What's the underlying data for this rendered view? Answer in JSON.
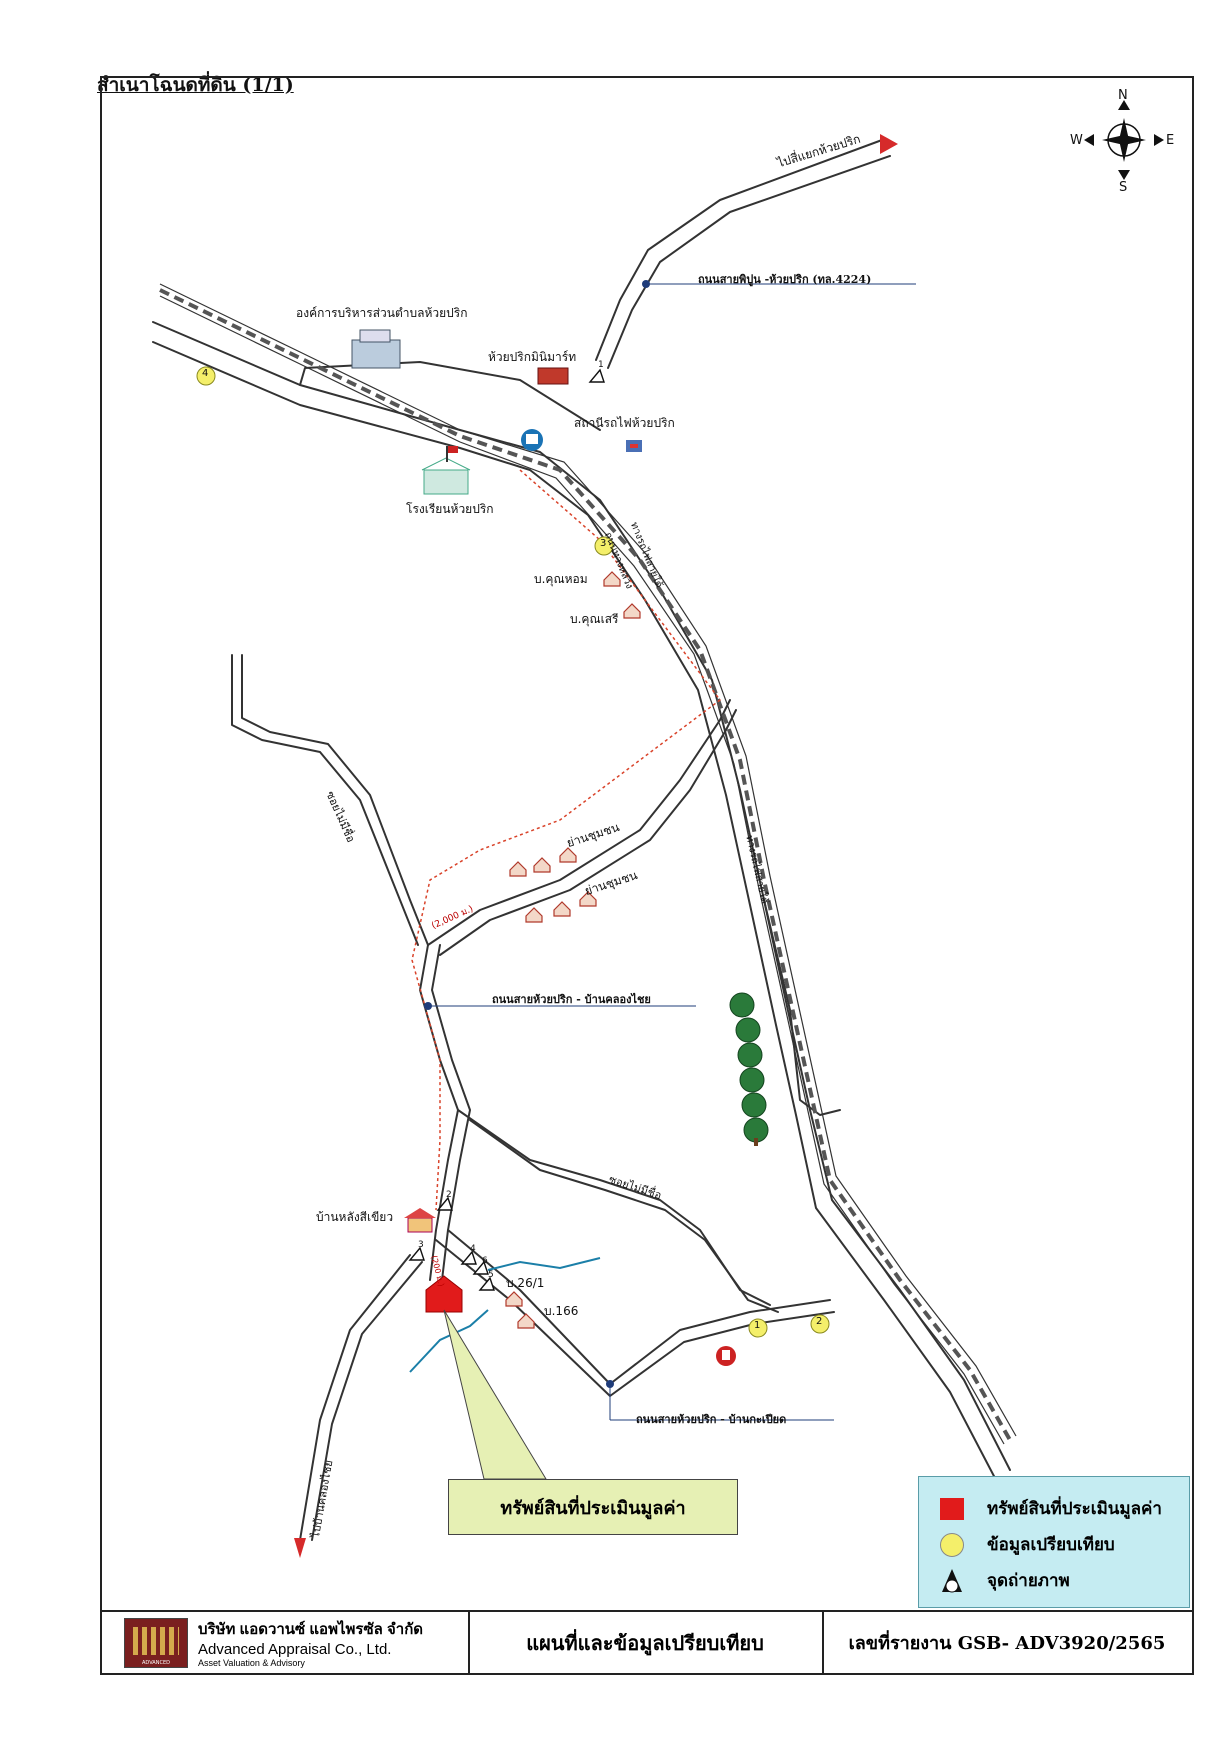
{
  "header": "สำเนาโฉนดที่ดิน (1/1)",
  "compass": {
    "n": "N",
    "s": "S",
    "e": "E",
    "w": "W",
    "icon": "compass-rose-icon"
  },
  "labels": {
    "to_junction": "ไปสี่แยกห้วยปริก",
    "road_4224": "ถนนสายพิปูน -ห้วยปริก (ทล.4224)",
    "tao": "องค์การบริหารส่วนตำบลห้วยปริก",
    "minimart": "ห้วยปริกมินิมาร์ท",
    "station": "สถานีรถไฟห้วยปริก",
    "school": "โรงเรียนห้วยปริก",
    "rail_1": "ทางรถไฟสายใต้",
    "road_1": "ถนนทางหลวง",
    "house_hom": "บ.คุณหอม",
    "house_sri": "บ.คุณเสรี",
    "soi_left": "ซอยไม่มีชื่อ",
    "community_1": "ย่านชุมชน",
    "community_2": "ย่านชุมชน",
    "rail_2": "ทางรถไฟสายใต้",
    "distance": "(2,000 ม.)",
    "road_khlongchai": "ถนนสายห้วยปริก - บ้านคลองไชย",
    "soi_right": "ซอยไม่มีชื่อ",
    "house_green": "บ้านหลังสีเขียว",
    "h26": "บ.26/1",
    "h166": "บ.166",
    "road_kapiad": "ถนนสายห้วยปริก - บ้านกะเปียด",
    "to_khlongchai": "ไปบ้านคลองไชย",
    "short_dist": "(200 ม.)"
  },
  "callout": "ทรัพย์สินที่ประเมินมูลค่า",
  "legend": {
    "subject": "ทรัพย์สินที่ประเมินมูลค่า",
    "comparables": "ข้อมูลเปรียบเทียบ",
    "photo_points": "จุดถ่ายภาพ"
  },
  "markers": {
    "comparables": [
      "1",
      "2",
      "3",
      "4"
    ],
    "photo_points": [
      "1",
      "2",
      "3",
      "4",
      "5",
      "6"
    ]
  },
  "footer": {
    "company_th": "บริษัท แอดวานซ์ แอพไพรซัล จำกัด",
    "company_en": "Advanced Appraisal Co., Ltd.",
    "tagline": "Asset Valuation & Advisory",
    "logo_text": "ADVANCED",
    "title": "แผนที่และข้อมูลเปรียบเทียบ",
    "report_no": "เลขที่รายงาน  GSB- ADV3920/2565"
  },
  "colors": {
    "subject": "#e11b1b",
    "comparable": "#f4ef6a",
    "legend_bg": "#c5ecf2",
    "callout_bg": "#e6f0b4"
  }
}
